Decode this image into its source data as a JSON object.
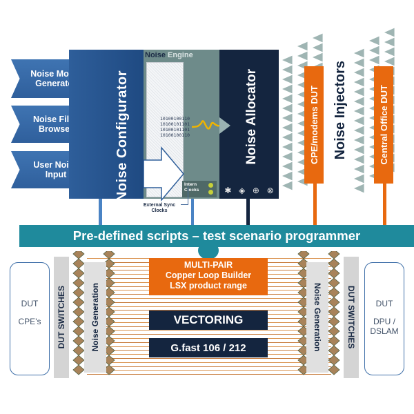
{
  "inputs": [
    {
      "label": "Noise Model Generator"
    },
    {
      "label": "Noise Files Browser"
    },
    {
      "label": "User Noise Input"
    }
  ],
  "configurator": {
    "label": "Noise Configurator"
  },
  "engine": {
    "title_part1": "Noise ",
    "title_part2": "Engine",
    "binary": [
      "10100100110",
      "10100101101",
      "10100101101",
      "10100100110"
    ],
    "intern_clocks": "Intern Clocks",
    "external_clocks": "External Sync Clocks"
  },
  "allocator": {
    "label": "Noise Allocator",
    "icons": [
      "asterisk-icon",
      "diamond-arrows-icon",
      "cross-circle-icon",
      "x-circle-icon"
    ]
  },
  "cpe_dut": {
    "label": "CPE/modems DUT"
  },
  "injectors": {
    "label": "Noise Injectors"
  },
  "co_dut": {
    "label": "Central Office DUT"
  },
  "scripts_bar": {
    "label": "Pre-defined scripts – test scenario programmer"
  },
  "left_dut": {
    "line1": "DUT",
    "line2": "CPE's"
  },
  "left_switch": {
    "label": "DUT SWITCHES"
  },
  "left_noise_gen": {
    "label": "Noise Generation"
  },
  "multipair": {
    "line1": "MULTI-PAIR",
    "line2": "Copper Loop Builder",
    "line3": "LSX product range"
  },
  "vectoring": {
    "label": "VECTORING"
  },
  "gfast": {
    "label": "G.fast 106 / 212"
  },
  "right_noise_gen": {
    "label": "Noise Generation"
  },
  "right_switch": {
    "label": "DUT SWITCHES"
  },
  "right_dut": {
    "line1": "DUT",
    "line2": "DPU /",
    "line3": "DSLAM"
  },
  "colors": {
    "navy": "#14253f",
    "blue": "#2e5e9a",
    "teal": "#1f8a9c",
    "orange": "#e8690f",
    "engine_gray": "#6e8b8a"
  }
}
